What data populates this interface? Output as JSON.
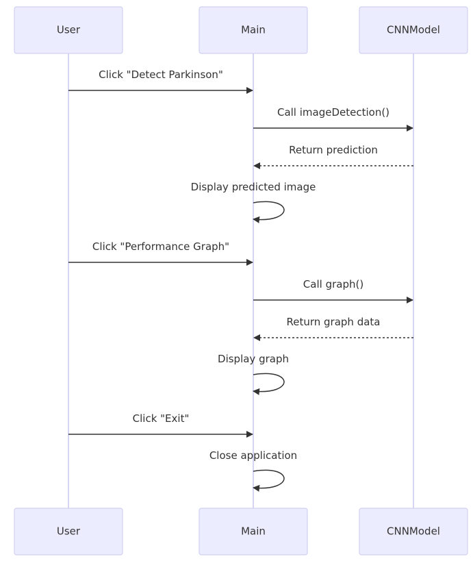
{
  "participants": [
    {
      "id": "user",
      "name": "User"
    },
    {
      "id": "main",
      "name": "Main"
    },
    {
      "id": "cnn",
      "name": "CNNModel"
    }
  ],
  "messages": [
    {
      "from": "user",
      "to": "main",
      "label": "Click \"Detect Parkinson\"",
      "style": "solid"
    },
    {
      "from": "main",
      "to": "cnn",
      "label": "Call imageDetection()",
      "style": "solid"
    },
    {
      "from": "cnn",
      "to": "main",
      "label": "Return prediction",
      "style": "dashed"
    },
    {
      "from": "main",
      "to": "main",
      "label": "Display predicted image",
      "style": "solid"
    },
    {
      "from": "user",
      "to": "main",
      "label": "Click \"Performance Graph\"",
      "style": "solid"
    },
    {
      "from": "main",
      "to": "cnn",
      "label": "Call graph()",
      "style": "solid"
    },
    {
      "from": "cnn",
      "to": "main",
      "label": "Return graph data",
      "style": "dashed"
    },
    {
      "from": "main",
      "to": "main",
      "label": "Display graph",
      "style": "solid"
    },
    {
      "from": "user",
      "to": "main",
      "label": "Click \"Exit\"",
      "style": "solid"
    },
    {
      "from": "main",
      "to": "main",
      "label": "Close application",
      "style": "solid"
    }
  ],
  "colors": {
    "actor_fill": "#ececff",
    "actor_stroke": "#c9c9f0",
    "line": "#333333"
  }
}
